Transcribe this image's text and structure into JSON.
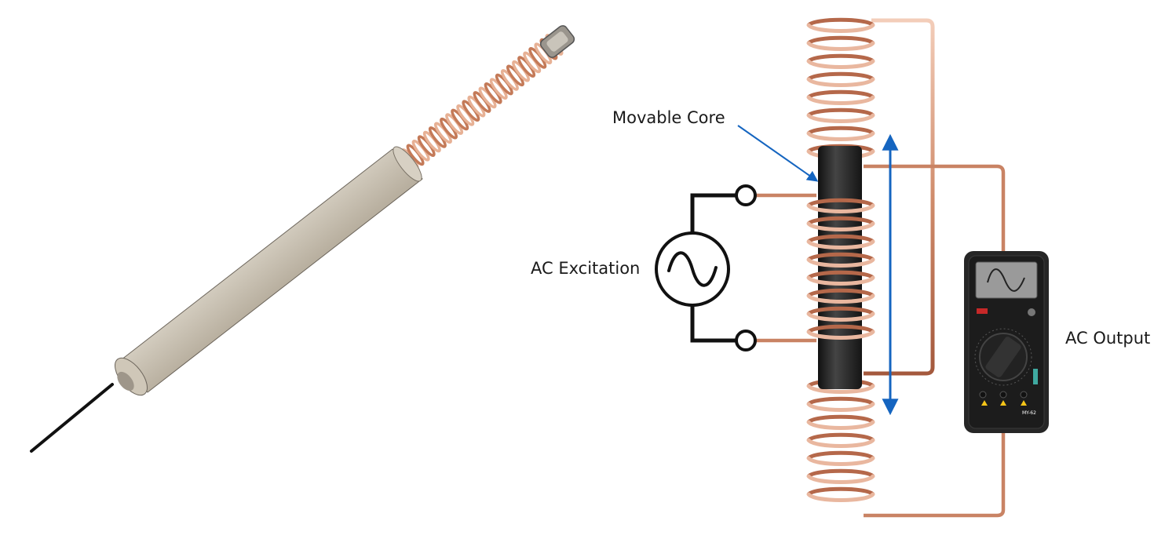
{
  "labels": {
    "movable_core": "Movable Core",
    "ac_excitation": "AC Excitation",
    "ac_output": "AC Output"
  },
  "meter": {
    "model": "MY-62"
  },
  "colors": {
    "copper_light": "#e9b79f",
    "copper_dark": "#b5684a",
    "core": "#2b2b2b",
    "arrow": "#1565c0",
    "sensor_body": "#c8bfae",
    "meter_body": "#262626"
  }
}
